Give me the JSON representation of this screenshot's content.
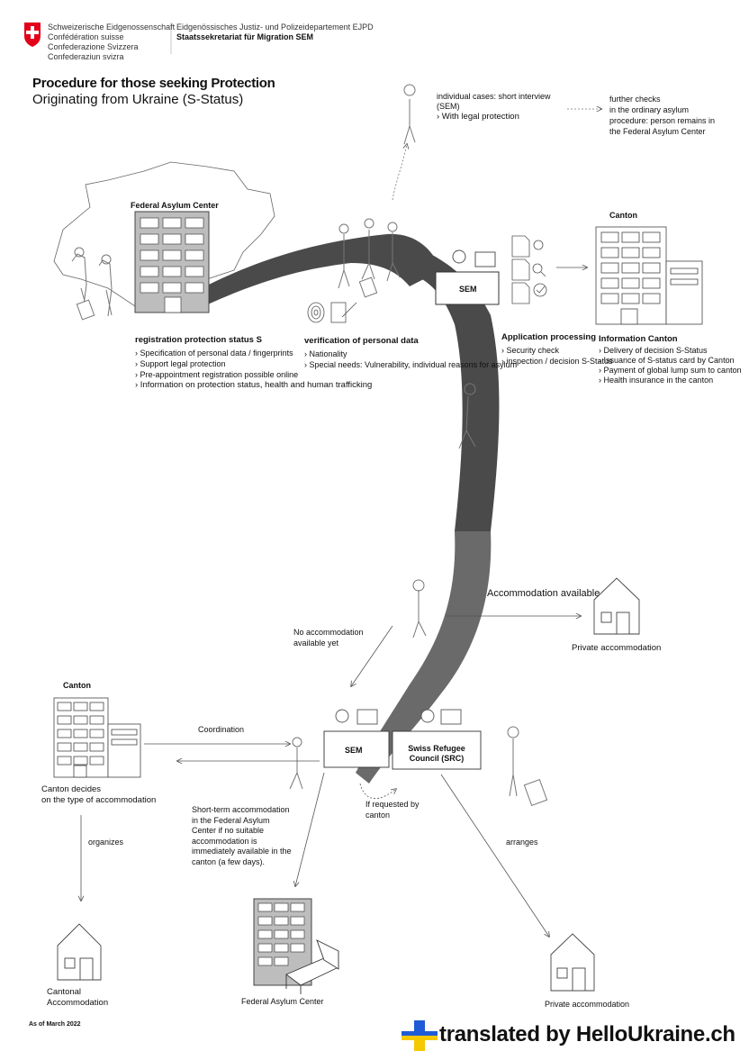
{
  "header": {
    "confederation_lines": [
      "Schweizerische Eidgenossenschaft",
      "Confédération suisse",
      "Confederazione Svizzera",
      "Confederaziun svizra"
    ],
    "department": "Eidgenössisches Justiz- und Polizeidepartement EJPD",
    "secretariat": "Staatssekretariat für Migration SEM"
  },
  "title": {
    "line1": "Procedure for those seeking Protection",
    "line2": "Originating from Ukraine  (S-Status)"
  },
  "top": {
    "individual_cases": "individual cases: short interview\n(SEM)",
    "legal": "› With legal protection",
    "further_checks": "further checks\nin the ordinary asylum\nprocedure: person remains in\nthe Federal Asylum Center"
  },
  "federal_center_label": "Federal Asylum Center",
  "registration": {
    "title": "registration protection status S",
    "items": [
      "› Specification of personal data / fingerprints",
      "› Support legal protection",
      "› Pre-appointment registration possible online",
      "› Information on protection status, health\n   and human trafficking"
    ]
  },
  "verification": {
    "title": "verification of personal data",
    "items": [
      "› Nationality",
      "› Special needs:  Vulnerability,\n   individual reasons for asylum"
    ]
  },
  "sem_label": "SEM",
  "processing": {
    "title": "Application processing",
    "items": [
      "› Security check",
      "› inspection / decision\nS-Status"
    ]
  },
  "canton_top": {
    "label": "Canton",
    "info_title": "Information Canton",
    "items": [
      "› Delivery of decision S-Status",
      "› Issuance of S-status card by\nCanton",
      "› Payment of global lump sum to\ncanton",
      "› Health insurance in\n   the canton"
    ]
  },
  "middle": {
    "accommodation_available": "Accommodation available",
    "private_accommodation": "Private accommodation",
    "no_accommodation": "No   accommodation\navailable yet"
  },
  "bottom": {
    "canton_label": "Canton",
    "coordination": "Coordination",
    "sem": "SEM",
    "src": "Swiss Refugee\nCouncil (SRC)",
    "canton_decides": "Canton decides\non the type of accommodation",
    "organizes": "organizes",
    "short_term": "Short-term accommodation\nin the Federal Asylum\nCenter if no suitable\naccommodation is\nimmediately available in the\ncanton (a few days).",
    "if_requested": "If requested by\ncanton",
    "arranges": "arranges",
    "cantonal": "Cantonal\nAccommodation",
    "federal_center": "Federal Asylum Center",
    "private": "Private accommodation"
  },
  "footer": {
    "date": "As of March 2022",
    "translated": "translated by HelloUkraine.ch"
  },
  "colors": {
    "road_dark": "#4a4a4a",
    "road_light": "#6a6a6a",
    "swiss_red": "#e2001a",
    "ukraine_blue": "#1f5bd6",
    "ukraine_yellow": "#f5c800"
  }
}
